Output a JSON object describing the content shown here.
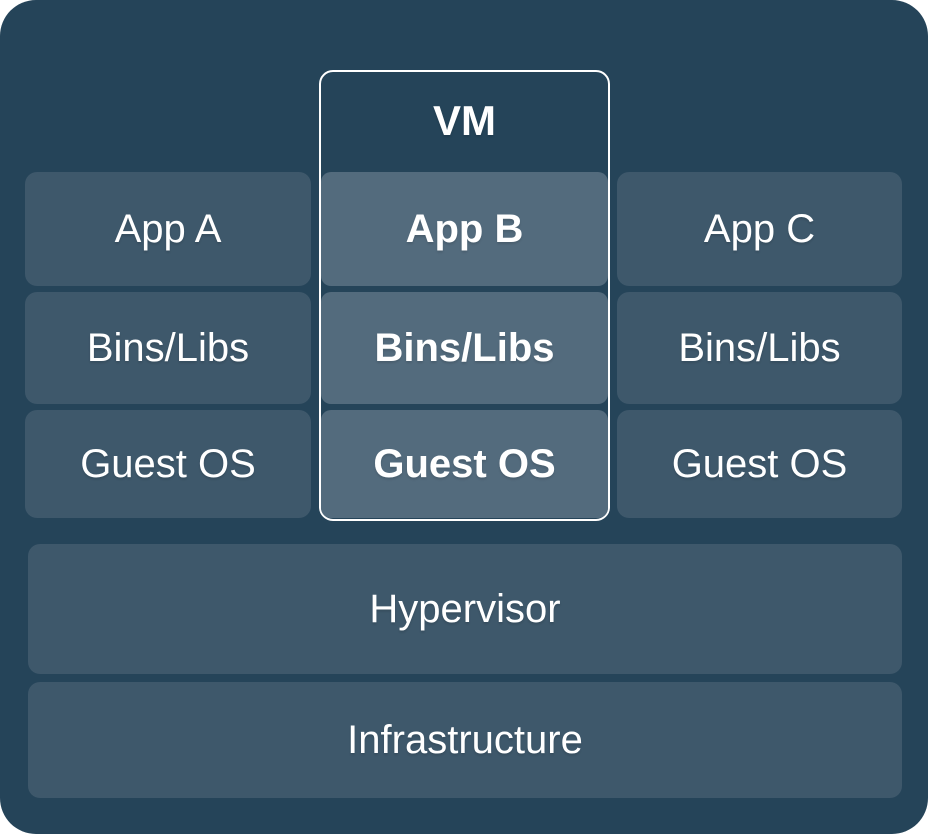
{
  "diagram": {
    "type": "vm-architecture-stack",
    "colors": {
      "page_bg": "#ffffff",
      "card_bg": "#254459",
      "box_bg": "#3e586b",
      "highlight_box_bg": "#536b7d",
      "frame_border": "#ffffff",
      "text": "#ffffff"
    },
    "vm_frame": {
      "label": "VM"
    },
    "columns": [
      {
        "id": "left",
        "highlighted": false,
        "layers": [
          "App A",
          "Bins/Libs",
          "Guest OS"
        ]
      },
      {
        "id": "vm",
        "highlighted": true,
        "layers": [
          "App B",
          "Bins/Libs",
          "Guest OS"
        ]
      },
      {
        "id": "right",
        "highlighted": false,
        "layers": [
          "App C",
          "Bins/Libs",
          "Guest OS"
        ]
      }
    ],
    "base_rows": [
      "Hypervisor",
      "Infrastructure"
    ]
  }
}
